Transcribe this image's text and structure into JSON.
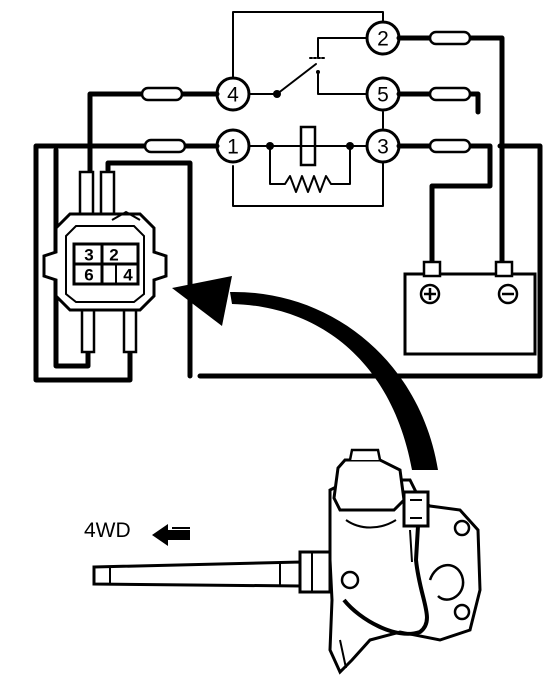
{
  "relay": {
    "terminals": [
      "1",
      "2",
      "3",
      "4",
      "5"
    ]
  },
  "connector": {
    "pins": [
      "3",
      "2",
      "6",
      "4"
    ]
  },
  "battery": {
    "positive_symbol": "⊕",
    "negative_symbol": "⊖"
  },
  "switch_assembly": {
    "direction_label": "4WD"
  }
}
